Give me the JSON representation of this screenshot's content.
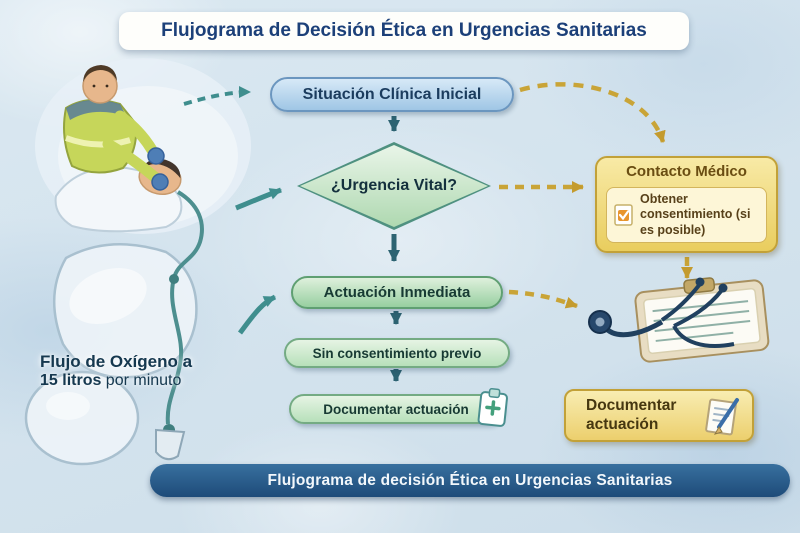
{
  "title": "Flujograma de Decisión Ética en Urgencias Sanitarias",
  "footer": "Flujograma de decisión Ética en Urgencias Sanitarias",
  "flow": {
    "start": "Situación Clínica Inicial",
    "decision": "¿Urgencia Vital?",
    "action": "Actuación Inmediata",
    "no_consent": "Sin consentimiento previo",
    "document": "Documentar actuación"
  },
  "contact": {
    "title": "Contacto Médico",
    "note": "Obtener consentimiento (si es posible)"
  },
  "side_document": "Documentar actuación",
  "oxygen": {
    "line1": "Flujo de Oxígeno a",
    "amount": "15 litros",
    "unit": " por minuto"
  },
  "icons": {
    "checkbox": "checkbox-icon",
    "clipboard_plus": "clipboard-plus-icon",
    "clipboard_pen": "clipboard-pen-icon",
    "stethoscope": "stethoscope-icon"
  },
  "colors": {
    "title_text": "#1c4079",
    "node_blue": "#9fc6e5",
    "node_green": "#97cfa0",
    "contact_yellow": "#e9cd5e",
    "banner_blue": "#1e4b79",
    "arrow_teal": "#3f8e8e",
    "arrow_gold": "#c9a437"
  }
}
